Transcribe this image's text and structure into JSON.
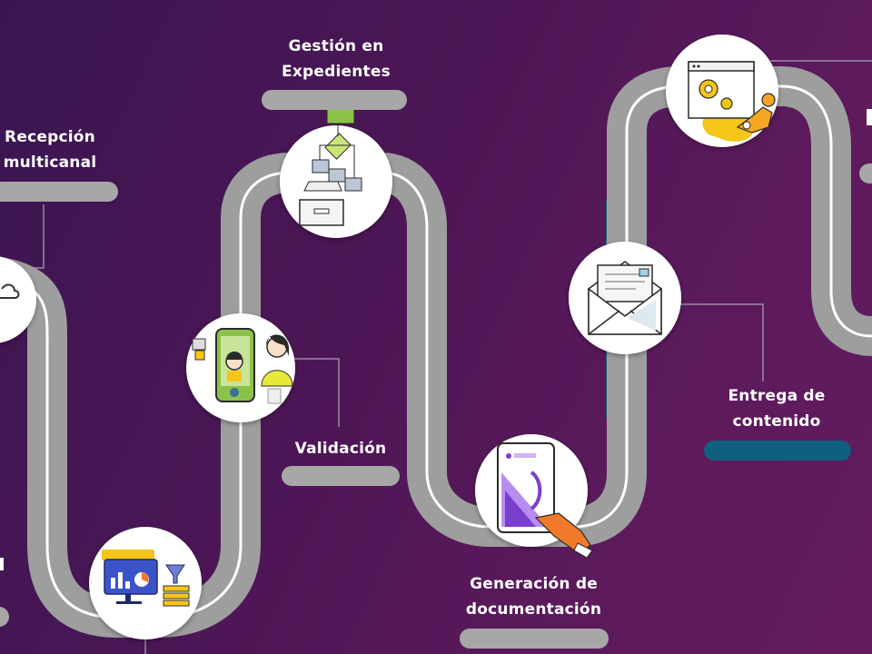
{
  "stages": [
    {
      "id": "recepcion",
      "label_lines": [
        "Recepción",
        "multicanal"
      ]
    },
    {
      "id": "gestion",
      "label_lines": [
        "Gestión en",
        "Expedientes"
      ]
    },
    {
      "id": "validacion",
      "label_lines": [
        "Validación"
      ]
    },
    {
      "id": "generacion",
      "label_lines": [
        "Generación de",
        "documentación"
      ]
    },
    {
      "id": "entrega",
      "label_lines": [
        "Entrega de",
        "contenido"
      ]
    }
  ],
  "icons": [
    {
      "id": "cloud",
      "name": "cloud-upload-icon"
    },
    {
      "id": "dashboard",
      "name": "analytics-dashboard-icon"
    },
    {
      "id": "phone",
      "name": "mobile-identity-verification-icon"
    },
    {
      "id": "files",
      "name": "file-archive-box-icon"
    },
    {
      "id": "tablet",
      "name": "tablet-document-touch-icon"
    },
    {
      "id": "envelope",
      "name": "envelope-mail-icon"
    },
    {
      "id": "robot",
      "name": "automation-gears-robot-icon"
    }
  ],
  "colors": {
    "road": "#9e9e9e",
    "road_center": "#ffffff",
    "accent_teal": "#0f5f7e",
    "accent_green": "#b6d53a",
    "accent_yellow": "#f5c518",
    "accent_purple": "#7a3ecf",
    "accent_orange": "#f07a2a"
  }
}
